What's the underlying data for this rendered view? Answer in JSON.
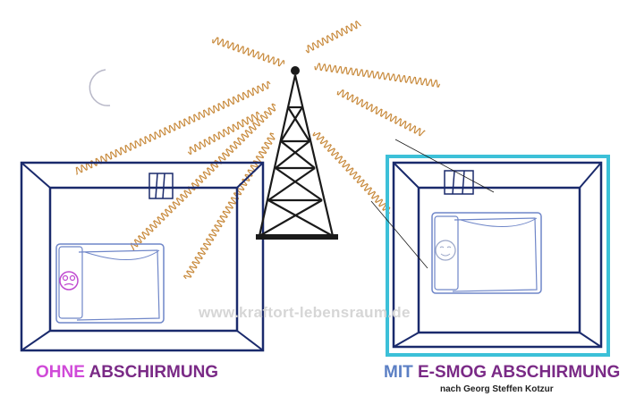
{
  "labels": {
    "left_prefix": "OHNE",
    "left_suffix": "ABSCHIRMUNG",
    "right_prefix": "MIT",
    "right_suffix": "E-SMOG ABSCHIRMUNG",
    "credit": "nach Georg Steffen Kotzur"
  },
  "watermark": "www.kraftort-lebensraum.de",
  "colors": {
    "ohne": "#d04ad8",
    "abschirmung": "#7a2a86",
    "mit": "#5b7fc4",
    "shield": "#3cc0d8",
    "room": "#1a2a6c",
    "wave": "#c88a3c",
    "tower": "#1a1a1a",
    "bed": "#6f86c8",
    "face_stressed": "#c04ad0"
  },
  "icons": [
    "moon-icon",
    "radio-tower-icon",
    "wave-icon",
    "bed-icon",
    "window-icon",
    "face-icon"
  ]
}
